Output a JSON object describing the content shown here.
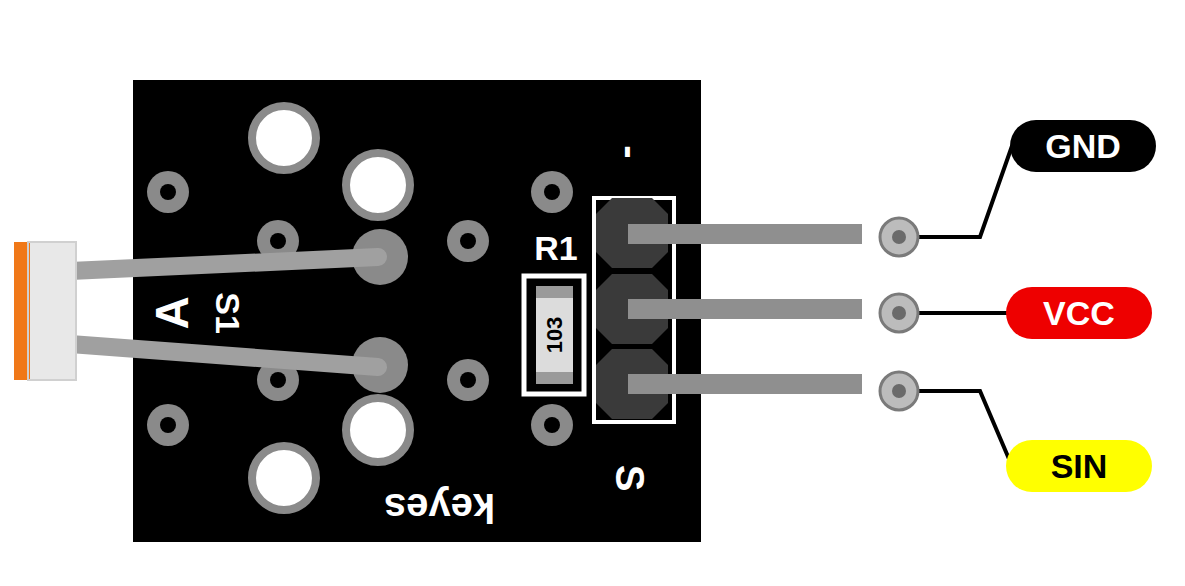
{
  "diagram": {
    "nodes": [
      {
        "text": [
          "GND"
        ]
      },
      {
        "text": [
          "VCC"
        ]
      },
      {
        "text": [
          "SIN"
        ]
      }
    ],
    "labels": [
      "-",
      "R1",
      "103",
      "A",
      "S1",
      "keyes",
      "S"
    ]
  }
}
